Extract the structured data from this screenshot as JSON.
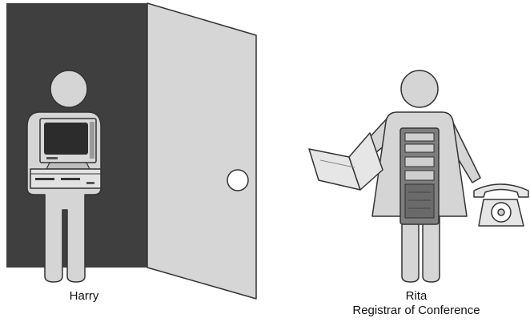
{
  "people": [
    {
      "name": "Harry",
      "role": ""
    },
    {
      "name": "Rita",
      "role": "Registrar of Conference"
    }
  ],
  "icons": [
    "door-icon",
    "doorknob-icon",
    "crt-computer-icon",
    "tower-server-icon",
    "open-folder-icon",
    "telephone-icon"
  ],
  "colors": {
    "figure_fill": "#d5d5d5",
    "figure_stroke": "#333333",
    "doorway_dark": "#3f3f3f",
    "door_panel": "#d6d6d6",
    "server_body": "#7e7e7e",
    "monitor_screen": "#2c2c2c"
  }
}
